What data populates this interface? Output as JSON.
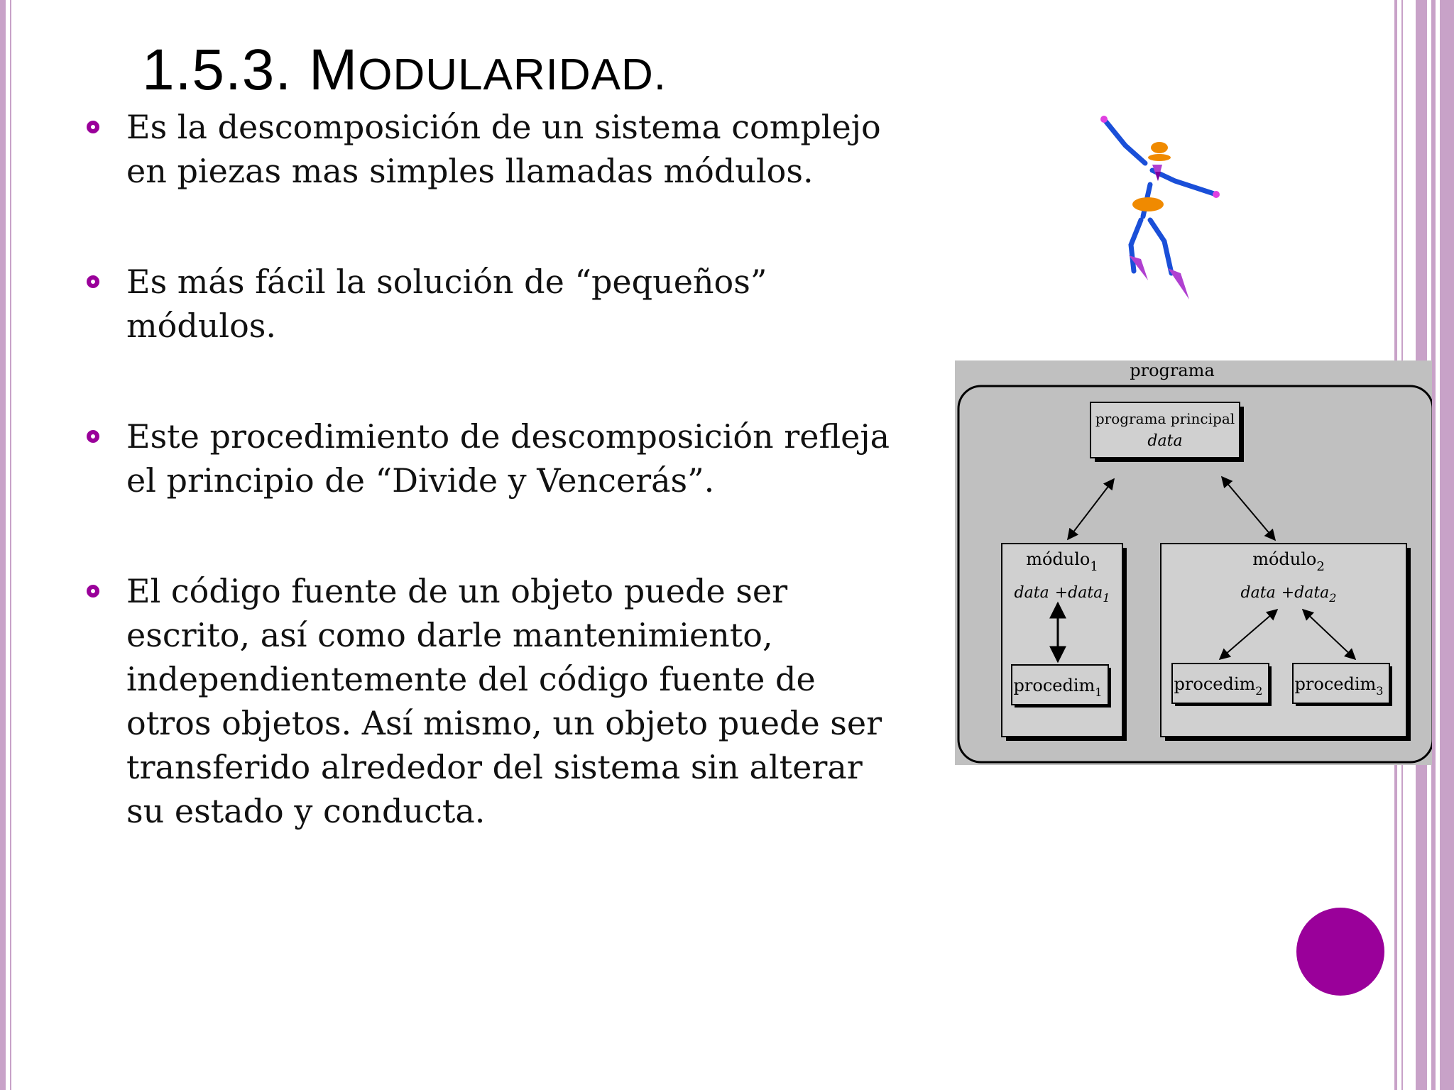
{
  "slide": {
    "title_number": "1.5.3.",
    "title_first_letter": "M",
    "title_rest": "ODULARIDAD.",
    "bullets": [
      "Es la descomposición de un sistema complejo en piezas mas simples llamadas módulos.",
      "Es más fácil la solución de “pequeños” módulos.",
      "Este procedimiento de descomposición refleja el principio de “Divide y Vencerás”.",
      "El código fuente de un objeto puede ser escrito, así como darle mantenimiento, independientemente del código fuente de otros objetos. Así mismo, un objeto puede ser transferido alrededor del sistema sin alterar su estado y conducta."
    ]
  },
  "diagram": {
    "outer_label": "programa",
    "main_label": "programa principal",
    "main_data": "data",
    "module1_label": "módulo",
    "module1_sub": "1",
    "module1_data": "data",
    "module1_data_plus": "+data",
    "module1_data_sub": "1",
    "module2_label": "módulo",
    "module2_sub": "2",
    "module2_data": "data",
    "module2_data_plus": "+data",
    "module2_data_sub": "2",
    "proc_label": "procedim",
    "proc1_sub": "1",
    "proc2_sub": "2",
    "proc3_sub": "3"
  },
  "colors": {
    "accent": "#9a009a",
    "stripe": "#c8a2c8",
    "diagram_bg": "#c0c0c0"
  },
  "icons": [
    "bullet-ring-icon",
    "dancer-figure-icon",
    "accent-circle"
  ]
}
